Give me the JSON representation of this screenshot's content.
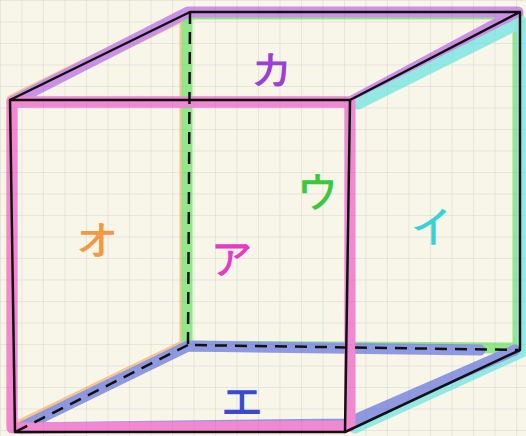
{
  "diagram": {
    "labels": [
      "カ",
      "オ",
      "ア",
      "ウ",
      "イ",
      "エ"
    ]
  }
}
